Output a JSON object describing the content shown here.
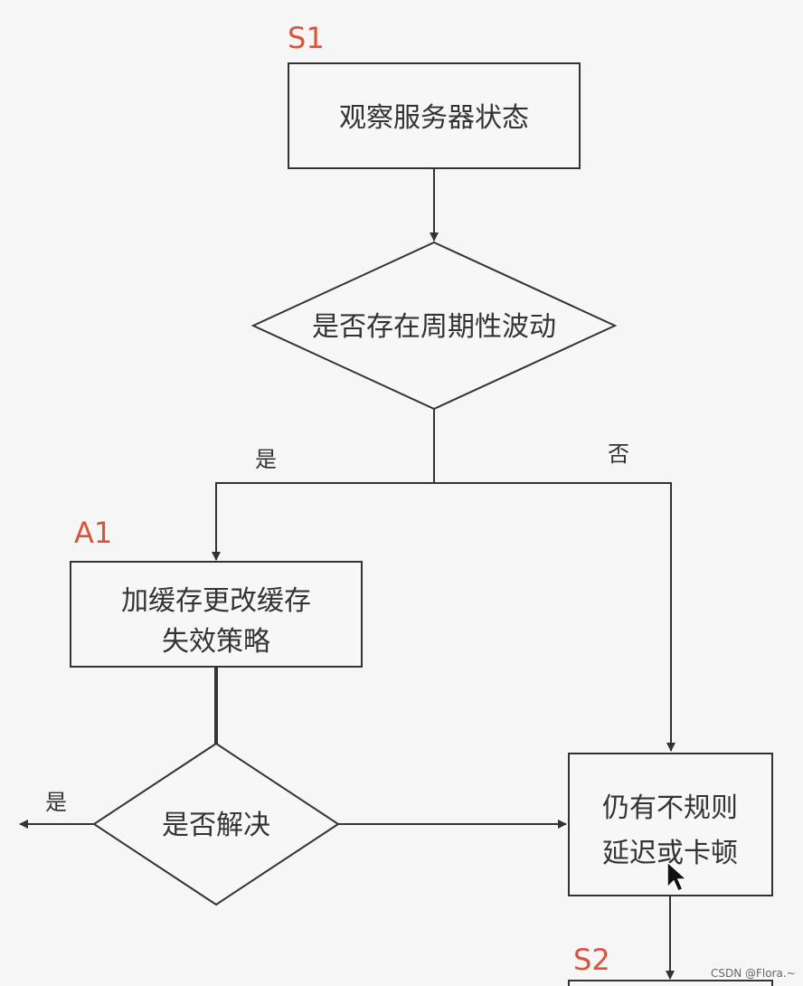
{
  "tags": {
    "s1": "S1",
    "a1": "A1",
    "s2": "S2"
  },
  "nodes": {
    "observe": "观察服务器状态",
    "periodic_q": "是否存在周期性波动",
    "cache_line1": "加缓存更改缓存",
    "cache_line2": "失效策略",
    "solved_q": "是否解决",
    "irregular_line1": "仍有不规则",
    "irregular_line2": "延迟或卡顿"
  },
  "edges": {
    "periodic_yes": "是",
    "periodic_no": "否",
    "solved_yes": "是"
  },
  "watermark": "CSDN @Flora.~",
  "colors": {
    "tag": "#d9543c",
    "stroke": "#333333",
    "background": "#f6f6f6"
  }
}
